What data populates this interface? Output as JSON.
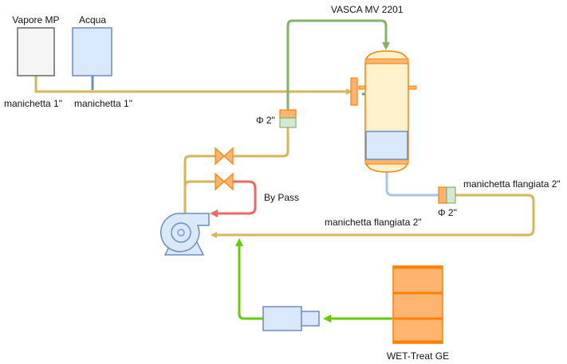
{
  "labels": {
    "vapore": "Vapore MP",
    "acqua": "Acqua",
    "manichetta_1": "manichetta 1\"",
    "manichetta_2": "manichetta 1\"",
    "vasca": "VASCA MV 2201",
    "phi_1": "Φ 2\"",
    "phi_2": "Φ 2\"",
    "manichetta_flangiata_1": "manichetta flangiata 2\"",
    "manichetta_flangiata_2": "manichetta flangiata 2\"",
    "bypass": "By Pass",
    "wet_treat": "WET-Treat GE"
  },
  "colors": {
    "tan_line": "#D6B656",
    "green_line": "#82B366",
    "lime_line": "#66CC00",
    "blue_line": "#6C8EBF",
    "lightblue_line": "#A9C4EB",
    "red_line": "#EA6B66",
    "orange_fill": "#FFB570",
    "orange_stroke": "#FF8000",
    "tank_fill": "#FFF2CC",
    "blue_fill": "#DAE8FC",
    "gray_fill": "#F5F5F5",
    "gray_stroke": "#666666",
    "green_fill": "#D5E8D4"
  }
}
